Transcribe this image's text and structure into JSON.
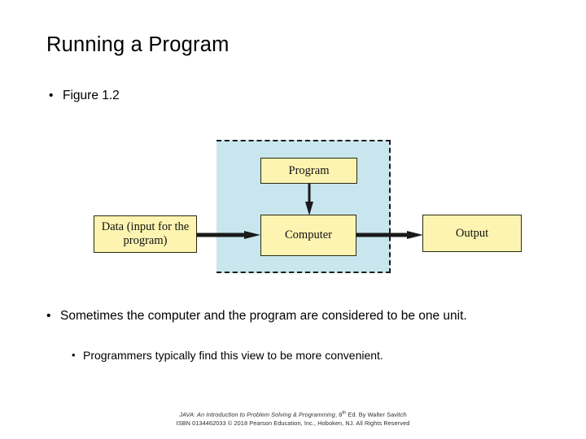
{
  "slide": {
    "title": "Running a Program",
    "bullets": [
      {
        "level": 1,
        "marker": "•",
        "text": "Figure 1.2"
      },
      {
        "level": 1,
        "marker": "•",
        "text": "Sometimes the computer and the program are considered to be one unit."
      },
      {
        "level": 2,
        "marker": "•",
        "text": "Programmers typically find this view to be more convenient."
      }
    ]
  },
  "figure": {
    "caption_ref": "Figure 1.2",
    "region_label": "computer-and-program-unit",
    "boxes": [
      {
        "id": "data",
        "label": "Data (input for the program)"
      },
      {
        "id": "program",
        "label": "Program"
      },
      {
        "id": "computer",
        "label": "Computer"
      },
      {
        "id": "output",
        "label": "Output"
      }
    ],
    "arrows": [
      {
        "id": "data-to-computer",
        "direction": "right"
      },
      {
        "id": "program-to-computer",
        "direction": "down"
      },
      {
        "id": "computer-to-output",
        "direction": "right"
      }
    ],
    "colors": {
      "box_fill": "#fcf4b0",
      "box_border": "#2a2a10",
      "region_fill": "#c9e6ee",
      "region_border": "#1a1a1a",
      "arrow": "#1a1a1a"
    }
  },
  "footer": {
    "line1_part1": "JAVA: An Introduction to Problem Solving & Programming",
    "line1_part2": ", 8",
    "line1_sup": "th",
    "line1_part3": " Ed. By Walter Savitch",
    "line2": "ISBN 0134462033  © 2018 Pearson Education, Inc., Hoboken, NJ. All Rights Reserved"
  }
}
